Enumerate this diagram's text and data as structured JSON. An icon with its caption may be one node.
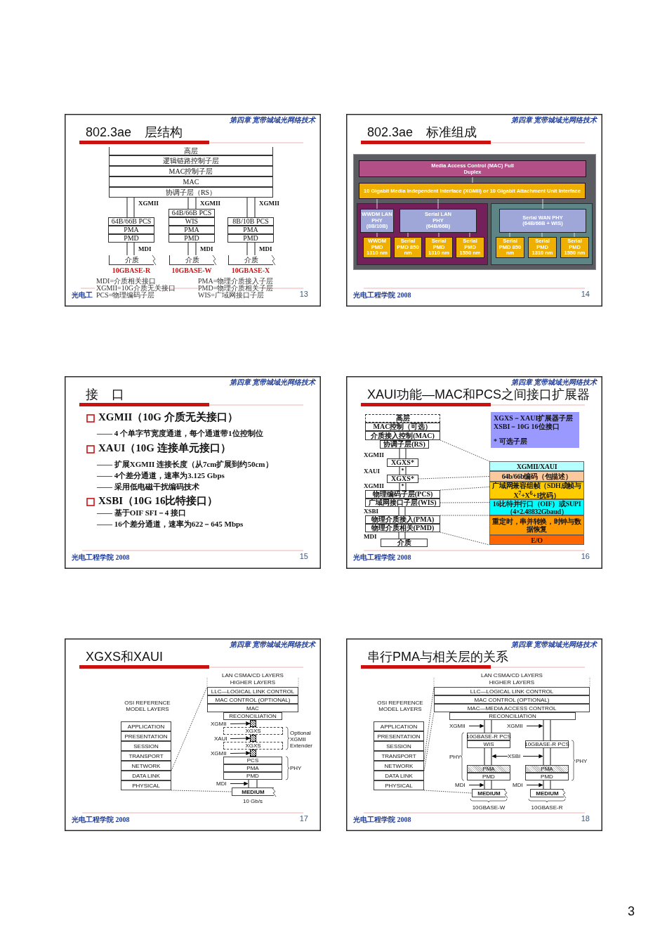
{
  "diagram": {
    "nodes": [
      {
        "text": [
          "第四章 宽带城域光网络技术",
          "802.3ae 层结构",
          "光电工",
          "13"
        ]
      },
      {
        "text": [
          "高层"
        ],
        "in": 0
      },
      {
        "text": [
          "逻辑链路控制子层"
        ],
        "in": 0
      },
      {
        "text": [
          "MAC控制子层"
        ],
        "in": 0
      },
      {
        "text": [
          "MAC"
        ],
        "in": 0
      },
      {
        "text": [
          "协调子层（RS）"
        ],
        "in": 0
      },
      {
        "text": [
          "64B/66B PCS"
        ],
        "in": 0
      },
      {
        "text": [
          "PMA"
        ],
        "in": 0
      },
      {
        "text": [
          "PMD"
        ],
        "in": 0
      },
      {
        "text": [
          "64B/66B PCS"
        ],
        "in": 0
      },
      {
        "text": [
          "WIS"
        ],
        "in": 0
      },
      {
        "text": [
          "PMA"
        ],
        "in": 0
      },
      {
        "text": [
          "PMD"
        ],
        "in": 0
      },
      {
        "text": [
          "8B/10B PCS"
        ],
        "in": 0
      },
      {
        "text": [
          "PMA"
        ],
        "in": 0
      },
      {
        "text": [
          "PMD"
        ],
        "in": 0
      },
      {
        "text": [
          "介质"
        ],
        "in": 0,
        "beside": [
          "10GBASE-R"
        ]
      },
      {
        "text": [
          "介质"
        ],
        "in": 0,
        "beside": [
          "10GBASE-W"
        ]
      },
      {
        "text": [
          "介质"
        ],
        "in": 0,
        "beside": [
          "10GBASE-X"
        ]
      },
      {
        "text": [
          "第四章 宽带城域光网络技术",
          "802.3ae 标准组成",
          "光电工程学院 2008",
          "14"
        ]
      },
      {
        "text": [],
        "shape": "box",
        "in": 19
      },
      {
        "text": [
          "Media Access Control (MAC) Full Duplex"
        ],
        "in": 20
      },
      {
        "text": [
          "10 Gigabit Media Independent Interface (XGMII) or 10 Gigabit Attachment Unit Interface"
        ],
        "in": 20
      },
      {
        "text": [],
        "shape": "box",
        "in": 20
      },
      {
        "text": [],
        "shape": "box",
        "in": 20
      },
      {
        "text": [
          "WWDM LAN PHY (8B/10B)"
        ],
        "in": 23
      },
      {
        "text": [
          "Serial LAN PHY (64B/66B)"
        ],
        "in": 23
      },
      {
        "text": [
          "WWDM PMD 1310 nm"
        ],
        "in": 23
      },
      {
        "text": [
          "Serial PMD 850 nm"
        ],
        "in": 23
      },
      {
        "text": [
          "Serial PMD 1310 nm"
        ],
        "in": 23
      },
      {
        "text": [
          "Serial PMD 1550 nm"
        ],
        "in": 23
      },
      {
        "text": [
          "Serial WAN PHY (64B/66B + WIS)"
        ],
        "in": 24
      },
      {
        "text": [
          "Serial PMD 850 nm"
        ],
        "in": 24
      },
      {
        "text": [
          "Serial PMD 1310 nm"
        ],
        "in": 24
      },
      {
        "text": [
          "Serial PMD 1550 nm"
        ],
        "in": 24
      },
      {
        "text": [
          "第四章 宽带城域光网络技术",
          "接 口",
          "光电工程学院 2008",
          "15"
        ]
      },
      {
        "text": [
          "第四章 宽带城域光网络技术",
          "XAUI功能—MAC和PCS之间接口扩展器",
          "光电工程学院 2008",
          "16"
        ]
      },
      {
        "text": [
          "高层"
        ],
        "in": 36
      },
      {
        "text": [
          "MAC控制（可选）"
        ],
        "in": 36
      },
      {
        "text": [
          "介质接入控制(MAC)"
        ],
        "in": 36
      },
      {
        "text": [
          "协调子层(RS)"
        ],
        "in": 36
      },
      {
        "text": [
          "XGXS*"
        ],
        "in": 36
      },
      {
        "text": [
          "XGXS*"
        ],
        "in": 36
      },
      {
        "text": [
          "物理编码子层(PCS)"
        ],
        "in": 36
      },
      {
        "text": [
          "广域网接口子层(WIS)"
        ],
        "in": 36
      },
      {
        "text": [
          "物理介质接入(PMA)"
        ],
        "in": 36
      },
      {
        "text": [
          "物理介质相关(PMD)"
        ],
        "in": 36
      },
      {
        "text": [
          "介质"
        ],
        "in": 36
      },
      {
        "text": [
          "XGXS－XAUI扩展器子层",
          "XSBI－10G 16位接口",
          "* 可选子层"
        ],
        "in": 36
      },
      {
        "text": [
          "XGMII/XAUI"
        ],
        "in": 36
      },
      {
        "text": [
          "64b/66b编码（包描述）"
        ],
        "in": 36
      },
      {
        "text": [
          "广域网兼容组帧（SDH成帧与X$^{7}$+X$^{6}$+1扰码）"
        ],
        "in": 36
      },
      {
        "text": [
          "16比特并行口（OIF）或SUPI（4×2.48832Gbaud）"
        ],
        "in": 36
      },
      {
        "text": [
          "重定时，串并转换，时钟与数据恢复"
        ],
        "in": 36
      },
      {
        "text": [
          "E/O"
        ],
        "in": 36
      },
      {
        "text": [
          "第四章 宽带城域光网络技术",
          "XGXS和XAUI",
          "光电工程学院 2008",
          "17"
        ]
      },
      {
        "text": [
          "APPLICATION"
        ],
        "in": 55
      },
      {
        "text": [
          "PRESENTATION"
        ],
        "in": 55
      },
      {
        "text": [
          "SESSION"
        ],
        "in": 55
      },
      {
        "text": [
          "TRANSPORT"
        ],
        "in": 55
      },
      {
        "text": [
          "NETWORK"
        ],
        "in": 55
      },
      {
        "text": [
          "DATA LINK"
        ],
        "in": 55
      },
      {
        "text": [
          "PHYSICAL"
        ],
        "in": 55
      },
      {
        "text": [
          "LLC—LOGICAL LINK CONTROL"
        ],
        "in": 55
      },
      {
        "text": [
          "MAC CONTROL (OPTIONAL)"
        ],
        "in": 55
      },
      {
        "text": [
          "MAC"
        ],
        "in": 55
      },
      {
        "text": [
          "RECONCILIATION"
        ],
        "in": 55
      },
      {
        "text": [],
        "shape": "bar",
        "in": 55
      },
      {
        "text": [
          "XGXS"
        ],
        "in": 55
      },
      {
        "text": [],
        "shape": "bar",
        "in": 55
      },
      {
        "text": [
          "XGXS"
        ],
        "in": 55
      },
      {
        "text": [],
        "shape": "bar",
        "in": 55
      },
      {
        "text": [
          "PCS"
        ],
        "in": 55
      },
      {
        "text": [
          "PMA"
        ],
        "in": 55
      },
      {
        "text": [
          "PMD"
        ],
        "in": 55
      },
      {
        "text": [
          "MEDIUM"
        ],
        "in": 55,
        "beside": [
          "10 Gb/s"
        ]
      },
      {
        "text": [
          "XGMII"
        ],
        "in": 55
      },
      {
        "text": [
          "XAUI"
        ],
        "in": 55
      },
      {
        "text": [
          "XGMII"
        ],
        "in": 55
      },
      {
        "text": [
          "MDI"
        ],
        "in": 55
      },
      {
        "text": [
          "第四章 宽带城域光网络技术",
          "串行PMA与相关层的关系",
          "光电工程学院 2008",
          "18"
        ]
      },
      {
        "text": [
          "APPLICATION"
        ],
        "in": 80
      },
      {
        "text": [
          "PRESENTATION"
        ],
        "in": 80
      },
      {
        "text": [
          "SESSION"
        ],
        "in": 80
      },
      {
        "text": [
          "TRANSPORT"
        ],
        "in": 80
      },
      {
        "text": [
          "NETWORK"
        ],
        "in": 80
      },
      {
        "text": [
          "DATA LINK"
        ],
        "in": 80
      },
      {
        "text": [
          "PHYSICAL"
        ],
        "in": 80
      },
      {
        "text": [
          "LLC—LOGICAL LINK CONTROL"
        ],
        "in": 80
      },
      {
        "text": [
          "MAC CONTROL (OPTIONAL)"
        ],
        "in": 80
      },
      {
        "text": [
          "MAC—MEDIA ACCESS CONTROL"
        ],
        "in": 80
      },
      {
        "text": [
          "RECONCILIATION"
        ],
        "in": 80
      },
      {
        "text": [
          "10GBASE-R PCS"
        ],
        "in": 80
      },
      {
        "text": [
          "WIS"
        ],
        "in": 80
      },
      {
        "text": [
          "PMA"
        ],
        "in": 80
      },
      {
        "text": [
          "PMD"
        ],
        "in": 80
      },
      {
        "text": [
          "MEDIUM"
        ],
        "in": 80,
        "beside": [
          "10GBASE-W"
        ]
      },
      {
        "text": [
          "10GBASE-R PCS"
        ],
        "in": 80
      },
      {
        "text": [
          "PMA"
        ],
        "in": 80
      },
      {
        "text": [
          "PMD"
        ],
        "in": 80
      },
      {
        "text": [
          "MEDIUM"
        ],
        "in": 80,
        "beside": [
          "10GBASE-R"
        ]
      },
      {
        "text": [
          "XGMII"
        ],
        "in": 80
      },
      {
        "text": [
          "XGMII"
        ],
        "in": 80
      },
      {
        "text": [
          "XSBI"
        ],
        "in": 80
      },
      {
        "text": [
          "MDI"
        ],
        "in": 80
      },
      {
        "text": [
          "MDI"
        ],
        "in": 80
      }
    ],
    "edges": [
      {
        "from": 5,
        "to": 6,
        "arrow": "none",
        "label": "XGMII"
      },
      {
        "from": 5,
        "to": 9,
        "arrow": "none",
        "label": "XGMII"
      },
      {
        "from": 5,
        "to": 13,
        "arrow": "none",
        "label": "XGMII"
      },
      {
        "from": 8,
        "to": 16,
        "arrow": "none",
        "label": "MDI"
      },
      {
        "from": 12,
        "to": 17,
        "arrow": "none",
        "label": "MDI"
      },
      {
        "from": 15,
        "to": 18,
        "arrow": "none",
        "label": "MDI"
      },
      {
        "from": 21,
        "to": 22,
        "arrow": "none",
        "color": "#e6e6e6"
      },
      {
        "from": 22,
        "to": 25,
        "arrow": "none",
        "color": "#e6e6e6"
      },
      {
        "from": 22,
        "to": 26,
        "arrow": "none",
        "color": "#e6e6e6"
      },
      {
        "from": 22,
        "to": 31,
        "arrow": "none",
        "color": "#e6e6e6"
      },
      {
        "from": 25,
        "to": 27,
        "arrow": "none",
        "color": "#e6e6e6"
      },
      {
        "from": 26,
        "to": 28,
        "arrow": "none",
        "color": "#e6e6e6"
      },
      {
        "from": 26,
        "to": 29,
        "arrow": "none",
        "color": "#e6e6e6"
      },
      {
        "from": 26,
        "to": 30,
        "arrow": "none",
        "color": "#e6e6e6"
      },
      {
        "from": 31,
        "to": 32,
        "arrow": "none",
        "color": "#e6e6e6"
      },
      {
        "from": 31,
        "to": 33,
        "arrow": "none",
        "color": "#e6e6e6"
      },
      {
        "from": 31,
        "to": 34,
        "arrow": "none",
        "color": "#e6e6e6"
      },
      {
        "from": 40,
        "to": 41,
        "arrow": "none"
      },
      {
        "from": 41,
        "to": 42,
        "arrow": "none",
        "label": "*"
      },
      {
        "from": 42,
        "to": 43,
        "arrow": "none",
        "label": "*"
      },
      {
        "from": 44,
        "to": 45,
        "arrow": "none"
      },
      {
        "from": 46,
        "to": 47,
        "arrow": "none"
      },
      {
        "from": 39,
        "to": 49,
        "arrow": "none",
        "style": "dashed"
      },
      {
        "from": 42,
        "to": 50,
        "arrow": "none",
        "style": "dashed"
      },
      {
        "from": 43,
        "to": 51,
        "arrow": "none",
        "style": "dashed"
      },
      {
        "from": 44,
        "to": 52,
        "arrow": "none",
        "style": "dashed"
      },
      {
        "from": 45,
        "to": 53,
        "arrow": "none",
        "style": "dashed"
      },
      {
        "from": 46,
        "to": 54,
        "arrow": "none",
        "style": "dashed"
      },
      {
        "from": 61,
        "to": 63,
        "arrow": "none",
        "style": "dashed"
      },
      {
        "from": 62,
        "to": 75,
        "arrow": "none",
        "style": "dashed"
      },
      {
        "from": 76,
        "to": 67,
        "arrow": "to"
      },
      {
        "from": 77,
        "to": 69,
        "arrow": "to"
      },
      {
        "from": 78,
        "to": 71,
        "arrow": "to"
      },
      {
        "from": 79,
        "to": null,
        "arrow": "to"
      },
      {
        "from": 74,
        "to": 75,
        "arrow": "none"
      },
      {
        "from": 85,
        "to": 88,
        "arrow": "none",
        "style": "dashed"
      },
      {
        "from": 86,
        "to": 90,
        "arrow": "none",
        "style": "dashed"
      },
      {
        "from": 87,
        "to": 96,
        "arrow": "none",
        "style": "dashed"
      },
      {
        "from": 91,
        "to": 92,
        "arrow": "none"
      },
      {
        "from": 91,
        "to": 97,
        "arrow": "none"
      },
      {
        "from": 93,
        "to": 94,
        "arrow": "none"
      },
      {
        "from": 97,
        "to": 98,
        "arrow": "none"
      },
      {
        "from": 95,
        "to": 96,
        "arrow": "none"
      },
      {
        "from": 99,
        "to": 100,
        "arrow": "none"
      },
      {
        "from": 101,
        "to": null,
        "arrow": "to"
      },
      {
        "from": 102,
        "to": null,
        "arrow": "to"
      },
      {
        "from": 103,
        "to": null,
        "arrow": "to"
      },
      {
        "from": 103,
        "to": null,
        "arrow": "to"
      },
      {
        "from": 104,
        "to": null,
        "arrow": "to"
      },
      {
        "from": 105,
        "to": null,
        "arrow": "to"
      }
    ],
    "labels": [
      "MDI=介质相关接口",
      "XGMII=10G介质无关接口",
      "PCS=物理编码子层",
      "PMA=物理介质接入子层",
      "PMD=物理介质相关子层",
      "WIS=广域网接口子层",
      "XGMII（10G 介质无关接口）",
      "—— 4 个单字节宽度通道，每个通道带1位控制位",
      "XAUI（10G 连接单元接口）",
      "—— 扩展XGMII 连接长度（从7cm扩展到约50cm）",
      "—— 4个差分通道，速率为3.125 Gbps",
      "—— 采用低电磁干扰编码技术",
      "XSBI（10G 16比特接口）",
      "—— 基于OIF SFI－4 接口",
      "—— 16个差分通道，速率为622－645 Mbps",
      "XGMII",
      "XAUI",
      "XGMII",
      "XSBI",
      "MDI",
      "LAN CSMA/CD LAYERS",
      "HIGHER LAYERS",
      "OSI REFERENCE MODEL LAYERS",
      "Optional XGMII Extender",
      "PHY",
      "LAN CSMA/CD LAYERS",
      "HIGHER LAYERS",
      "OSI REFERENCE MODEL LAYERS",
      "PHY",
      "PHY",
      "3"
    ]
  }
}
